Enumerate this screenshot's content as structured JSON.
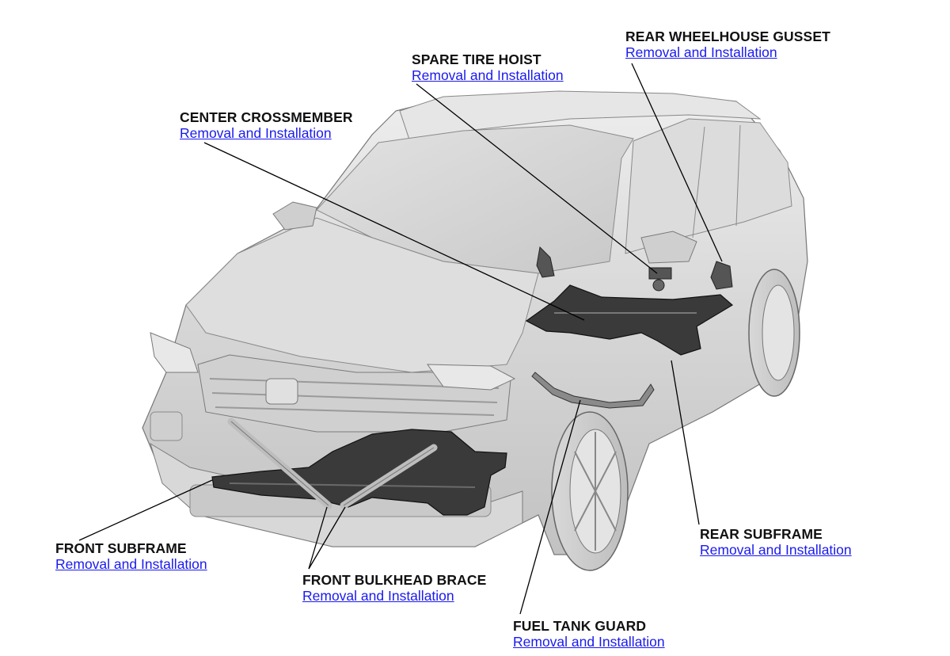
{
  "callouts": {
    "rear_wheelhouse_gusset": {
      "title": "REAR WHEELHOUSE GUSSET",
      "link": "Removal and Installation"
    },
    "spare_tire_hoist": {
      "title": "SPARE TIRE HOIST",
      "link": "Removal and Installation"
    },
    "center_crossmember": {
      "title": "CENTER CROSSMEMBER",
      "link": "Removal and Installation"
    },
    "front_subframe": {
      "title": "FRONT SUBFRAME",
      "link": "Removal and Installation"
    },
    "front_bulkhead_brace": {
      "title": "FRONT BULKHEAD BRACE",
      "link": "Removal and Installation"
    },
    "fuel_tank_guard": {
      "title": "FUEL TANK GUARD",
      "link": "Removal and Installation"
    },
    "rear_subframe": {
      "title": "REAR SUBFRAME",
      "link": "Removal and Installation"
    }
  },
  "colors": {
    "link": "#1a1aee",
    "title": "#111111",
    "vehicle_body": "#d9d9d9",
    "parts": "#3a3a3a"
  }
}
